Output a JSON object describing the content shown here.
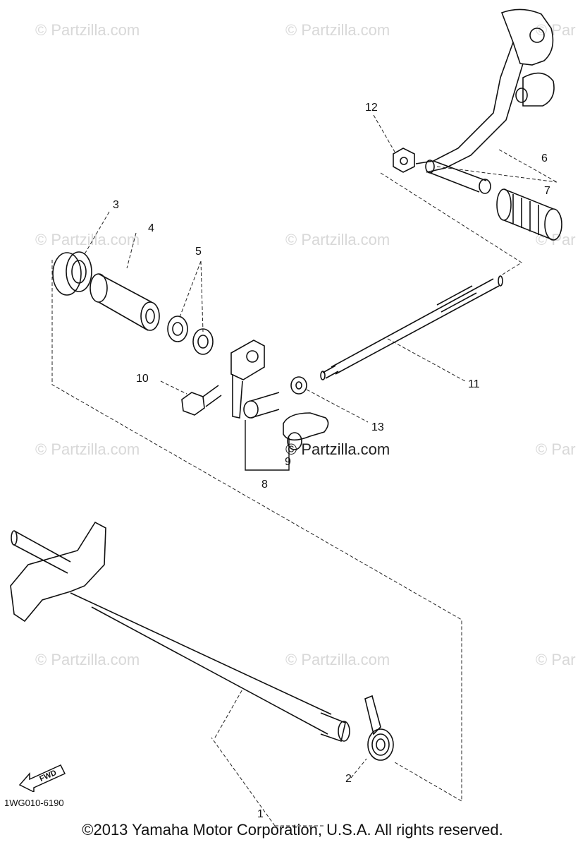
{
  "watermarks": {
    "text": "© Partzilla.com",
    "text_cut": "© Par",
    "center": "© Partzilla.com"
  },
  "callouts": {
    "c1": "1",
    "c2": "2",
    "c3": "3",
    "c4": "4",
    "c5": "5",
    "c6": "6",
    "c7": "7",
    "c8": "8",
    "c9": "9",
    "c10": "10",
    "c11": "11",
    "c12": "12",
    "c13": "13"
  },
  "forward_arrow_label": "FWD",
  "diagram_code": "1WG010-6190",
  "copyright": "©2013 Yamaha Motor Corporation, U.S.A. All rights reserved."
}
